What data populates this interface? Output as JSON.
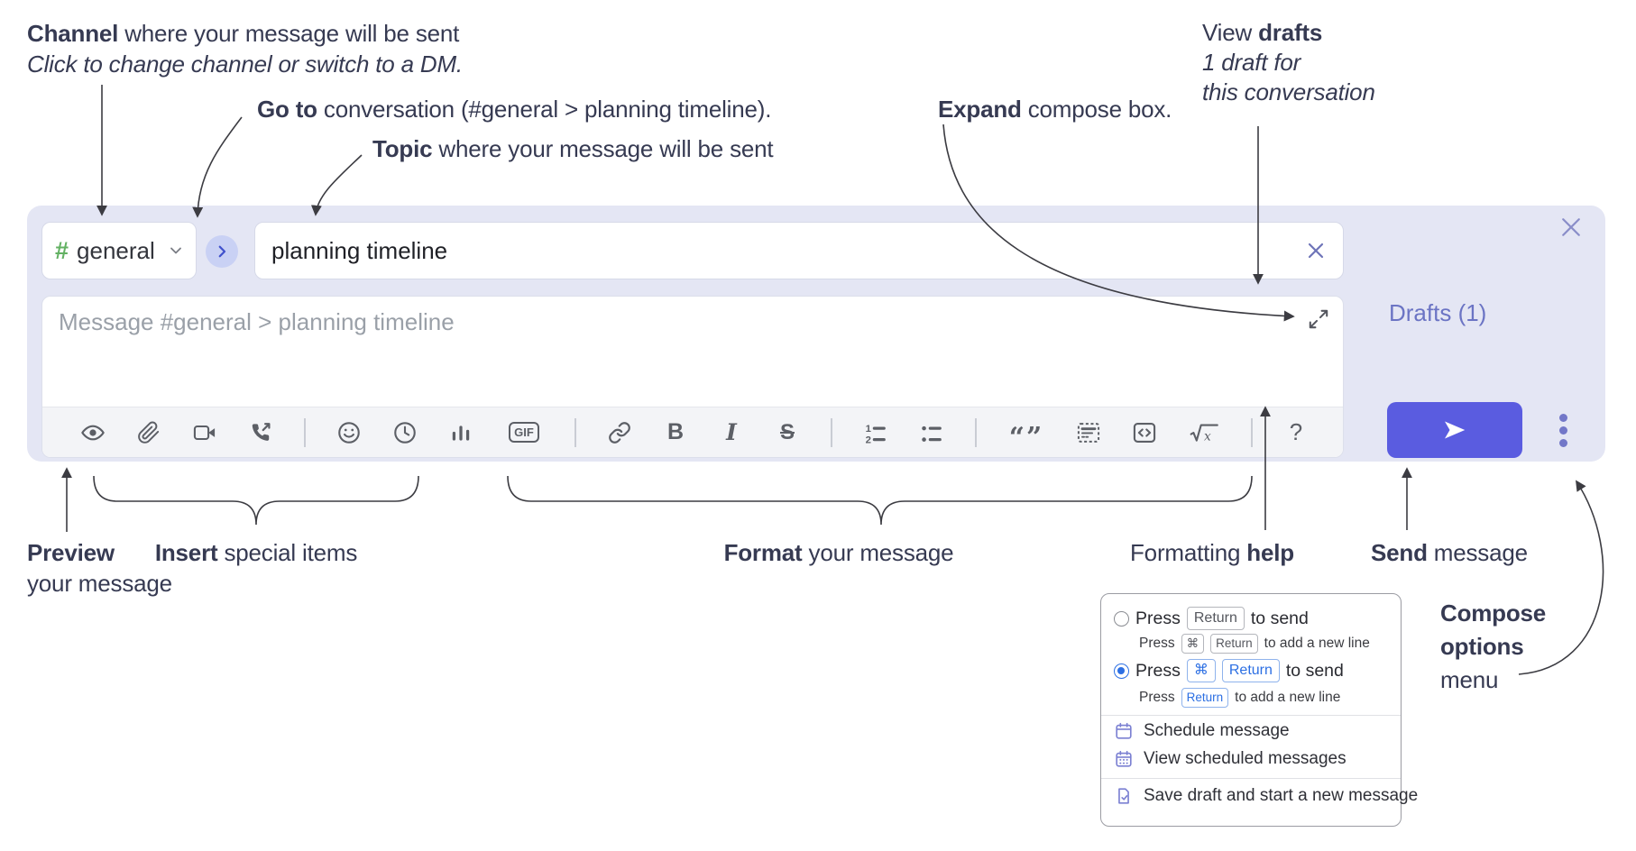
{
  "annotations": {
    "channel": {
      "bold": "Channel",
      "rest": " where your message will be sent",
      "subtitle": "Click to change channel or switch to a DM."
    },
    "go_to": {
      "bold": "Go to",
      "rest": " conversation (#general > planning timeline)."
    },
    "topic": {
      "bold": "Topic",
      "rest": " where your message will be sent"
    },
    "expand": {
      "bold": "Expand",
      "rest": " compose box."
    },
    "view_drafts": {
      "pre": "View ",
      "bold": "drafts",
      "line2": "1 draft for",
      "line3": "this conversation"
    },
    "preview": {
      "bold": "Preview",
      "line2": "your message"
    },
    "insert": {
      "bold": "Insert",
      "rest": " special items"
    },
    "format": {
      "bold": "Format",
      "rest": " your message"
    },
    "formatting_help": {
      "pre": "Formatting ",
      "bold": "help"
    },
    "send": {
      "bold": "Send",
      "rest": " message"
    },
    "compose_options": {
      "bold_line1": "Compose",
      "bold_line2": "options",
      "line3": "menu"
    }
  },
  "compose": {
    "channel_name": "general",
    "topic_value": "planning timeline",
    "message_placeholder": "Message #general > planning timeline",
    "drafts_label": "Drafts (1)",
    "toolbar": {
      "gif_label": "GIF",
      "bold_label": "B",
      "italic_label": "I",
      "strikethrough_label": "S",
      "quote_label": "“”",
      "math_label": "x",
      "help_label": "?",
      "numbered_1": "1",
      "numbered_2": "2",
      "icon_names": [
        "preview-eye-icon",
        "attach-icon",
        "video-call-icon",
        "audio-call-icon",
        "emoji-icon",
        "time-icon",
        "poll-icon",
        "gif-icon",
        "link-icon",
        "bold-icon",
        "italic-icon",
        "strikethrough-icon",
        "numbered-list-icon",
        "bulleted-list-icon",
        "quote-icon",
        "spoiler-icon",
        "code-icon",
        "math-icon",
        "help-icon"
      ]
    },
    "icon_names": {
      "hash": "hash-icon",
      "dropdown": "chevron-down-icon",
      "goto": "chevron-right-icon",
      "clear_topic": "clear-topic-icon",
      "expand": "expand-diagonal-icon",
      "close": "close-icon",
      "send": "send-paper-plane-icon",
      "more": "vertical-ellipsis-icon"
    },
    "colors": {
      "send_button": "#5a5ce0",
      "compose_bg": "#e4e6f4",
      "drafts_link": "#6b74c4",
      "hash_green": "#63b163",
      "icon_gray": "#5c5f66",
      "radio_selected": "#2c6fe3",
      "popup_icon_purple": "#7b80d2"
    }
  },
  "popup": {
    "options": [
      {
        "selected": false,
        "main_pre": "Press",
        "main_key1": "Return",
        "main_post": "to send",
        "sub_pre": "Press",
        "sub_key1": "⌘",
        "sub_key2": "Return",
        "sub_post": "to add a new line"
      },
      {
        "selected": true,
        "main_pre": "Press",
        "main_key1": "⌘",
        "main_key2": "Return",
        "main_post": "to send",
        "sub_pre": "Press",
        "sub_key1": "Return",
        "sub_post": "to add a new line"
      }
    ],
    "menu_items": [
      {
        "label": "Schedule message",
        "icon": "calendar-icon"
      },
      {
        "label": "View scheduled messages",
        "icon": "calendar-grid-icon"
      },
      {
        "label": "Save draft and start a new message",
        "icon": "save-draft-icon"
      }
    ]
  }
}
